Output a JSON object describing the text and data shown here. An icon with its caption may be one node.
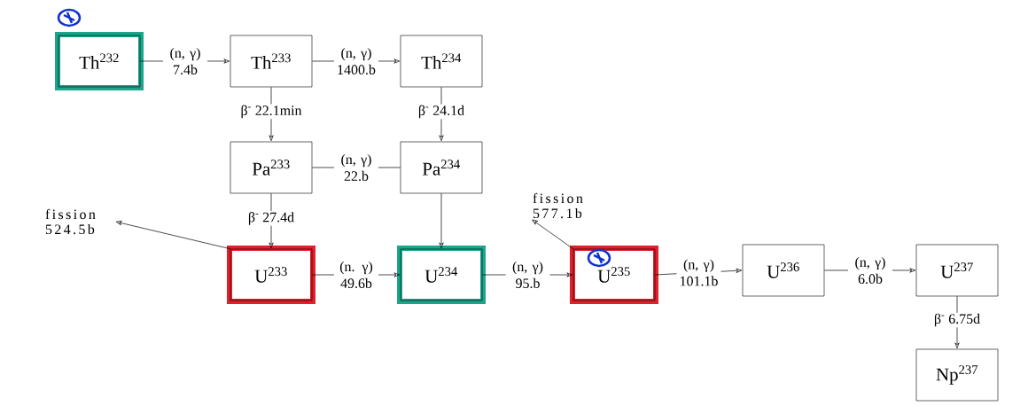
{
  "diagram": {
    "nodes": [
      {
        "text": [
          "Th$^{232}$"
        ]
      },
      {
        "text": [
          "Th$^{233}$"
        ]
      },
      {
        "text": [
          "Th$^{234}$"
        ]
      },
      {
        "text": [
          "Pa$^{233}$"
        ]
      },
      {
        "text": [
          "Pa$^{234}$"
        ]
      },
      {
        "text": [
          "U$^{233}$"
        ]
      },
      {
        "text": [
          "U$^{234}$"
        ]
      },
      {
        "text": [
          "U$^{235}$"
        ]
      },
      {
        "text": [
          "U$^{236}$"
        ]
      },
      {
        "text": [
          "U$^{237}$"
        ]
      },
      {
        "text": [
          "Np$^{237}$"
        ]
      },
      {
        "text": [
          "fission 524.5b"
        ]
      },
      {
        "text": [
          "fission 577.1b"
        ]
      }
    ],
    "edges": [
      {
        "from": 0,
        "to": 1,
        "arrow": "to",
        "label": "(n, γ) 7.4b"
      },
      {
        "from": 1,
        "to": 2,
        "arrow": "to",
        "label": "(n, γ) 1400.b"
      },
      {
        "from": 1,
        "to": 3,
        "arrow": "to",
        "label": "β$^{-}$ 22.1min"
      },
      {
        "from": 2,
        "to": 4,
        "arrow": "to",
        "label": "β$^{-}$ 24.1d"
      },
      {
        "from": 3,
        "to": 4,
        "arrow": "none",
        "label": "(n, γ) 22.b"
      },
      {
        "from": 3,
        "to": 5,
        "arrow": "to",
        "label": "β$^{-}$ 27.4d"
      },
      {
        "from": 4,
        "to": 6,
        "arrow": "to"
      },
      {
        "from": 5,
        "to": 6,
        "arrow": "to",
        "label": "(n. γ) 49.6b"
      },
      {
        "from": 6,
        "to": 7,
        "arrow": "to",
        "label": "(n, γ) 95.b"
      },
      {
        "from": 7,
        "to": 8,
        "arrow": "to",
        "label": "(n, γ) 101.1b"
      },
      {
        "from": 8,
        "to": 9,
        "arrow": "to",
        "label": "(n, γ) 6.0b"
      },
      {
        "from": 9,
        "to": 10,
        "arrow": "to",
        "label": "β$^{-}$ 6.75d"
      },
      {
        "from": 5,
        "to": 11,
        "arrow": "to"
      },
      {
        "from": 7,
        "to": 12,
        "arrow": "to"
      }
    ]
  }
}
